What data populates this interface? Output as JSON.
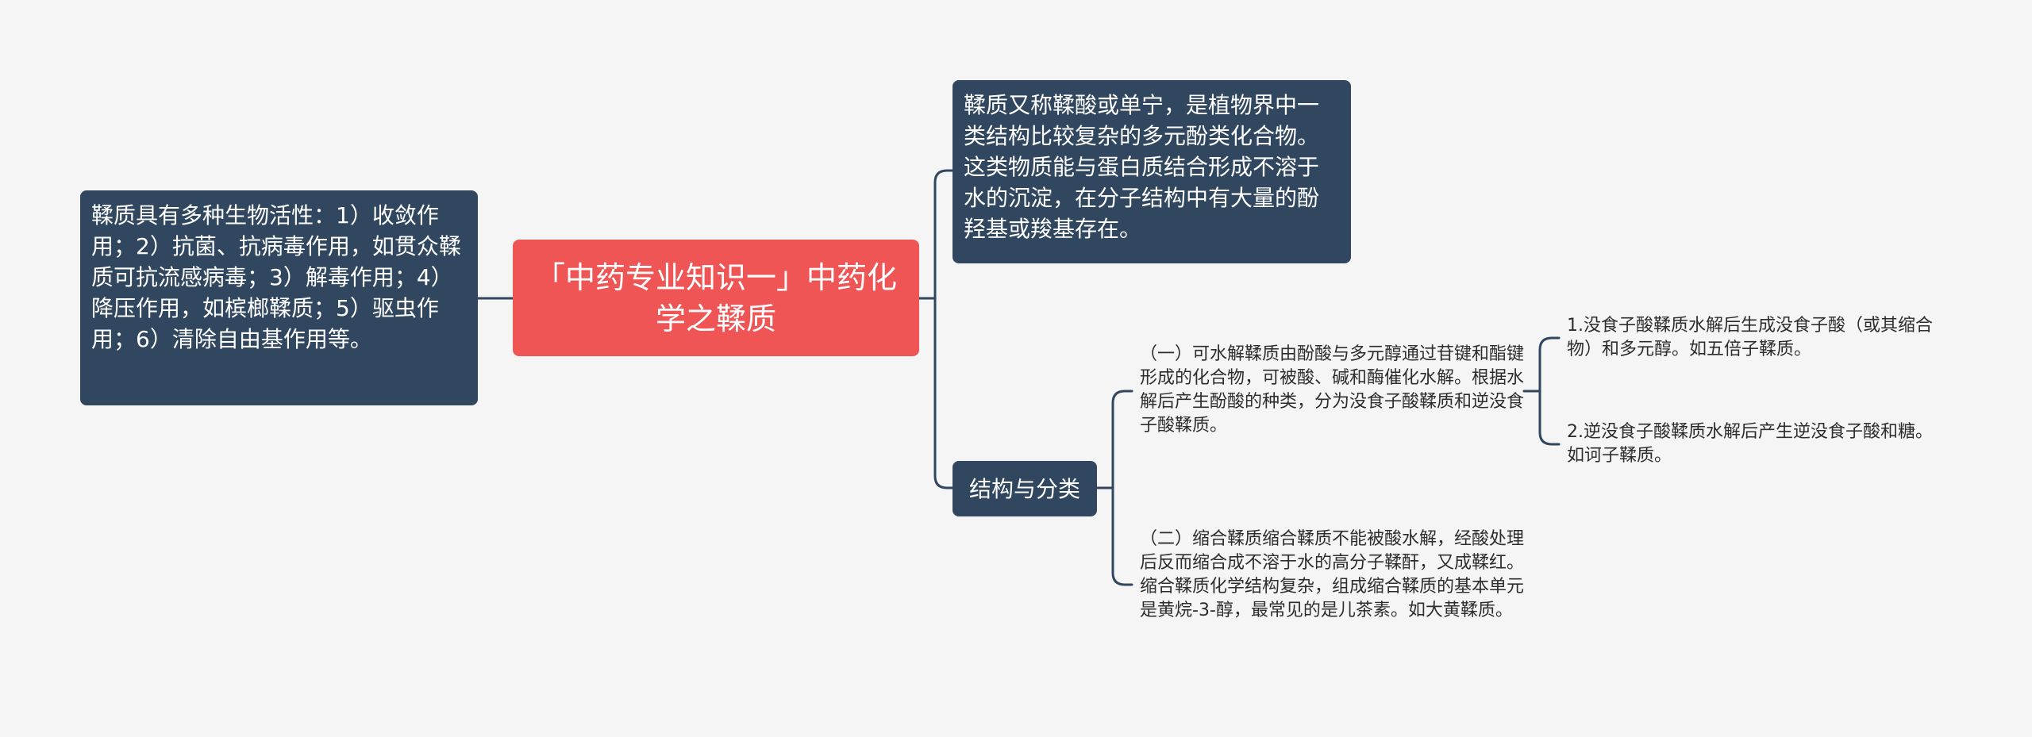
{
  "root": {
    "title": "「中药专业知识一」中药化学之鞣质"
  },
  "left": {
    "bioactivity": "鞣质具有多种生物活性：1）收敛作用；2）抗菌、抗病毒作用，如贯众鞣质可抗流感病毒；3）解毒作用；4）降压作用，如槟榔鞣质；5）驱虫作用；6）清除自由基作用等。"
  },
  "right": {
    "definition": "鞣质又称鞣酸或单宁，是植物界中一类结构比较复杂的多元酚类化合物。这类物质能与蛋白质结合形成不溶于水的沉淀，在分子结构中有大量的酚羟基或羧基存在。",
    "structure": {
      "label": "结构与分类",
      "hydrolyzable": {
        "text": "（一）可水解鞣质由酚酸与多元醇通过苷键和酯键形成的化合物，可被酸、碱和酶催化水解。根据水解后产生酚酸的种类，分为没食子酸鞣质和逆没食子酸鞣质。",
        "children": [
          "1.没食子酸鞣质水解后生成没食子酸（或其缩合物）和多元醇。如五倍子鞣质。",
          "2.逆没食子酸鞣质水解后产生逆没食子酸和糖。如诃子鞣质。"
        ]
      },
      "condensed": {
        "text": "（二）缩合鞣质缩合鞣质不能被酸水解，经酸处理后反而缩合成不溶于水的高分子鞣酐，又成鞣红。缩合鞣质化学结构复杂，组成缩合鞣质的基本单元是黄烷-3-醇，最常见的是儿茶素。如大黄鞣质。"
      }
    }
  },
  "colors": {
    "background": "#f5f5f5",
    "root_fill": "#ef5555",
    "node_fill": "#30475f",
    "connector": "#30475f",
    "plain_text": "#2d2d2d"
  }
}
